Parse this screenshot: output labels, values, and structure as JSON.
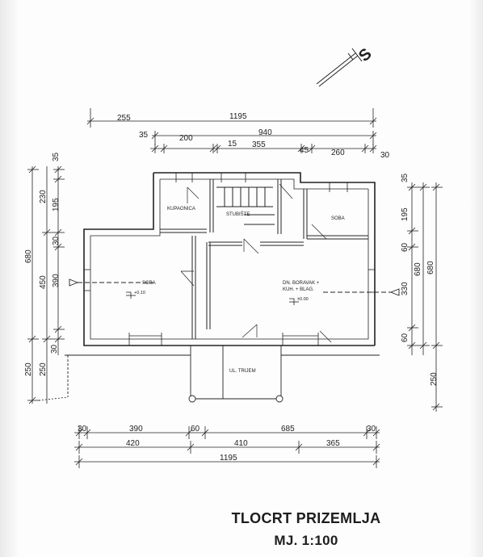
{
  "drawing": {
    "title": "TLOCRT PRIZEMLJA",
    "scale": "MJ. 1:100",
    "north_label": "S"
  },
  "rooms": {
    "kupaonica": "KUPAONICA",
    "stubiste": "STUBIŠTE",
    "soba_upper": "SOBA",
    "soba_left": "SOBA",
    "boravak_line1": "DN. BORAVAK +",
    "boravak_line2": "KUH. + BLAG.",
    "ulaz": "UL. TRIJEM"
  },
  "levels": {
    "soba": "+0.10",
    "boravak": "±0.00"
  },
  "dimensions": {
    "top": {
      "overall": "1195",
      "left_offset": "255",
      "inner": "940",
      "seg_35": "35",
      "seg_200": "200",
      "seg_15": "15",
      "seg_355": "355",
      "seg_45": "45",
      "seg_260": "260",
      "seg_30": "30"
    },
    "left": {
      "overall": "680",
      "seg_35": "35",
      "seg_230": "230",
      "seg_195": "195",
      "seg_30a": "30",
      "seg_450": "450",
      "seg_390": "390",
      "seg_30b": "30",
      "seg_250a": "250",
      "seg_250b": "250"
    },
    "right": {
      "seg_35": "35",
      "seg_195": "195",
      "seg_60a": "60",
      "seg_330": "330",
      "seg_680a": "680",
      "seg_680b": "680",
      "seg_60b": "60",
      "seg_250": "250"
    },
    "bottom": {
      "seg_30a": "30",
      "seg_390": "390",
      "seg_60": "60",
      "seg_685": "685",
      "seg_30b": "30",
      "seg_420": "420",
      "seg_410": "410",
      "seg_365": "365",
      "overall": "1195"
    }
  }
}
